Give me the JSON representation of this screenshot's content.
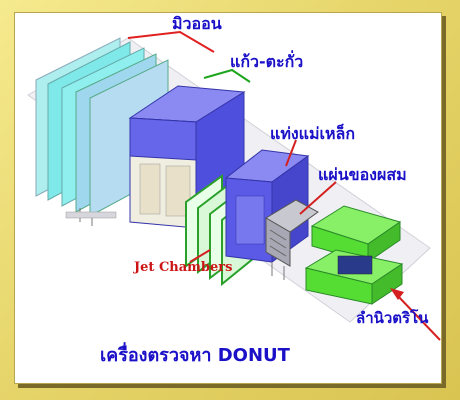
{
  "labels": {
    "muon": "มิวออน",
    "lead_glass": "แก้ว-ตะกั่ว",
    "magnet": "แท่งแม่เหล็ก",
    "emulsion": "แผ่นของผสม",
    "jet_chambers": "Jet Chambers",
    "neutrino": "ลำนิวตริโน",
    "caption": "เครื่องตรวจหา DONUT"
  },
  "colors": {
    "label_text": "#1a10c8",
    "jet_text": "#cc1414",
    "pointer_line": "#d42020",
    "muon_pointer": "#e02020",
    "glass_pointer": "#1ea51e",
    "cyan_panel": "#7fe8e8",
    "blue_block": "#5a5ae6",
    "green_target": "#66ee44",
    "frame": "#e6d56a"
  }
}
